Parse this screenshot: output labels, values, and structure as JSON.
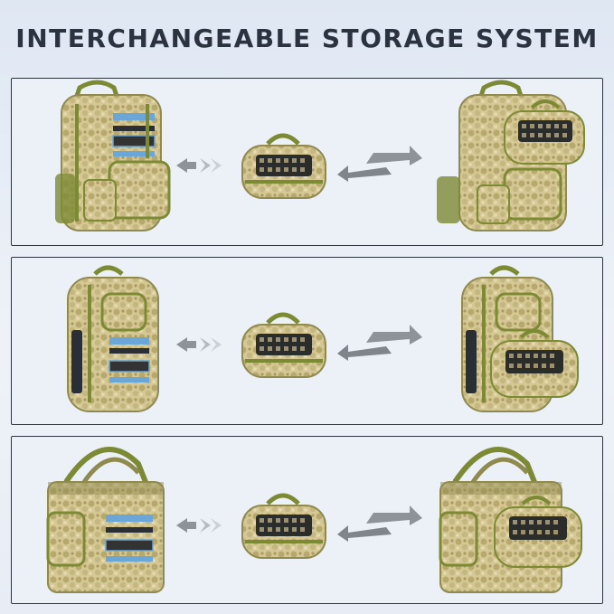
{
  "header": {
    "title": "INTERCHANGEABLE STORAGE SYSTEM"
  },
  "colors": {
    "camo_light": "#d9cc9c",
    "camo_mid": "#b9ab72",
    "camo_dark": "#8f8a4f",
    "strap": "#7d8a34",
    "patch_blue": "#6aa6d8",
    "arrow_gray": "#8f959c",
    "frame": "#2f3540"
  },
  "rows": [
    {
      "left_item": "backpack-front",
      "right_item": "backpack-with-pouch"
    },
    {
      "left_item": "sling-pack",
      "right_item": "sling-pack-with-pouch"
    },
    {
      "left_item": "cooler-bag",
      "right_item": "cooler-bag-with-pouch"
    }
  ]
}
